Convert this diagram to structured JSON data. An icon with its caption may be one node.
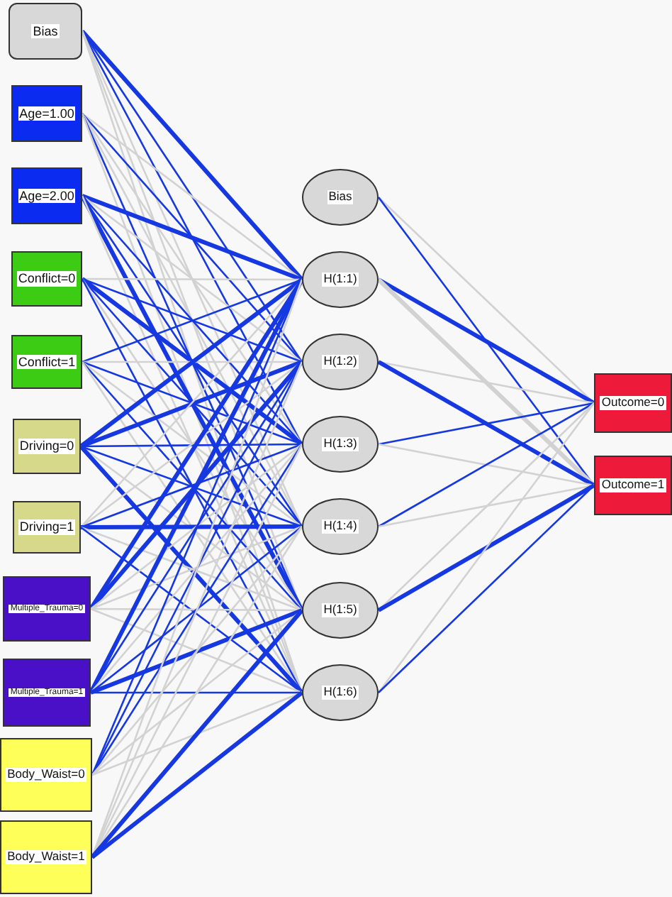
{
  "diagram": {
    "nodes": [
      {
        "text": [
          "Bias"
        ]
      },
      {
        "text": [
          "Age=1.00"
        ]
      },
      {
        "text": [
          "Age=2.00"
        ]
      },
      {
        "text": [
          "Conflict=0"
        ]
      },
      {
        "text": [
          "Conflict=1"
        ]
      },
      {
        "text": [
          "Driving=0"
        ]
      },
      {
        "text": [
          "Driving=1"
        ]
      },
      {
        "text": [
          "Multiple_Trauma=0"
        ]
      },
      {
        "text": [
          "Multiple_Trauma=1"
        ]
      },
      {
        "text": [
          "Body_Waist=0"
        ]
      },
      {
        "text": [
          "Body_Waist=1"
        ]
      },
      {
        "text": [
          "Bias"
        ]
      },
      {
        "text": [
          "H(1:1)"
        ]
      },
      {
        "text": [
          "H(1:2)"
        ]
      },
      {
        "text": [
          "H(1:3)"
        ]
      },
      {
        "text": [
          "H(1:4)"
        ]
      },
      {
        "text": [
          "H(1:5)"
        ]
      },
      {
        "text": [
          "H(1:6)"
        ]
      },
      {
        "text": [
          "Outcome=0"
        ]
      },
      {
        "text": [
          "Outcome=1"
        ]
      }
    ],
    "edges": [
      {
        "from": 0,
        "to": 12,
        "arrow": "none",
        "style": "thick"
      },
      {
        "from": 0,
        "to": 13,
        "arrow": "none"
      },
      {
        "from": 0,
        "to": 14,
        "arrow": "none"
      },
      {
        "from": 0,
        "to": 15,
        "arrow": "none",
        "color": "#d2d2d2"
      },
      {
        "from": 0,
        "to": 16,
        "arrow": "none",
        "color": "#d2d2d2"
      },
      {
        "from": 0,
        "to": 17,
        "arrow": "none",
        "color": "#d2d2d2"
      },
      {
        "from": 1,
        "to": 12,
        "arrow": "none",
        "color": "#d2d2d2"
      },
      {
        "from": 1,
        "to": 13,
        "arrow": "none"
      },
      {
        "from": 1,
        "to": 14,
        "arrow": "none",
        "color": "#d2d2d2"
      },
      {
        "from": 1,
        "to": 15,
        "arrow": "none",
        "color": "#d2d2d2"
      },
      {
        "from": 1,
        "to": 16,
        "arrow": "none"
      },
      {
        "from": 1,
        "to": 17,
        "arrow": "none",
        "color": "#d2d2d2"
      },
      {
        "from": 2,
        "to": 12,
        "arrow": "none",
        "style": "thick"
      },
      {
        "from": 2,
        "to": 13,
        "arrow": "none",
        "color": "#d2d2d2"
      },
      {
        "from": 2,
        "to": 14,
        "arrow": "none"
      },
      {
        "from": 2,
        "to": 15,
        "arrow": "none"
      },
      {
        "from": 2,
        "to": 16,
        "arrow": "none",
        "style": "thick"
      },
      {
        "from": 2,
        "to": 17,
        "arrow": "none",
        "color": "#d2d2d2"
      },
      {
        "from": 3,
        "to": 12,
        "arrow": "none",
        "color": "#d2d2d2"
      },
      {
        "from": 3,
        "to": 13,
        "arrow": "none"
      },
      {
        "from": 3,
        "to": 14,
        "arrow": "none",
        "style": "thick"
      },
      {
        "from": 3,
        "to": 15,
        "arrow": "none"
      },
      {
        "from": 3,
        "to": 16,
        "arrow": "none",
        "color": "#d2d2d2"
      },
      {
        "from": 3,
        "to": 17,
        "arrow": "none"
      },
      {
        "from": 4,
        "to": 12,
        "arrow": "none"
      },
      {
        "from": 4,
        "to": 13,
        "arrow": "none",
        "color": "#d2d2d2"
      },
      {
        "from": 4,
        "to": 14,
        "arrow": "none"
      },
      {
        "from": 4,
        "to": 15,
        "arrow": "none",
        "color": "#d2d2d2"
      },
      {
        "from": 4,
        "to": 16,
        "arrow": "none"
      },
      {
        "from": 4,
        "to": 17,
        "arrow": "none",
        "color": "#d2d2d2"
      },
      {
        "from": 5,
        "to": 12,
        "arrow": "none",
        "style": "thick"
      },
      {
        "from": 5,
        "to": 13,
        "arrow": "none",
        "style": "thick"
      },
      {
        "from": 5,
        "to": 14,
        "arrow": "none"
      },
      {
        "from": 5,
        "to": 15,
        "arrow": "none"
      },
      {
        "from": 5,
        "to": 16,
        "arrow": "none",
        "color": "#d2d2d2"
      },
      {
        "from": 5,
        "to": 17,
        "arrow": "none",
        "style": "thick"
      },
      {
        "from": 6,
        "to": 12,
        "arrow": "none",
        "color": "#d2d2d2"
      },
      {
        "from": 6,
        "to": 13,
        "arrow": "none",
        "color": "#d2d2d2"
      },
      {
        "from": 6,
        "to": 14,
        "arrow": "none"
      },
      {
        "from": 6,
        "to": 15,
        "arrow": "none",
        "style": "thick"
      },
      {
        "from": 6,
        "to": 16,
        "arrow": "none",
        "color": "#d2d2d2"
      },
      {
        "from": 6,
        "to": 17,
        "arrow": "none"
      },
      {
        "from": 7,
        "to": 12,
        "arrow": "none",
        "style": "thick"
      },
      {
        "from": 7,
        "to": 13,
        "arrow": "none",
        "style": "thick"
      },
      {
        "from": 7,
        "to": 14,
        "arrow": "none",
        "color": "#d2d2d2"
      },
      {
        "from": 7,
        "to": 15,
        "arrow": "none",
        "color": "#d2d2d2"
      },
      {
        "from": 7,
        "to": 16,
        "arrow": "none",
        "color": "#d2d2d2"
      },
      {
        "from": 7,
        "to": 17,
        "arrow": "none",
        "color": "#d2d2d2"
      },
      {
        "from": 8,
        "to": 12,
        "arrow": "none",
        "style": "thick"
      },
      {
        "from": 8,
        "to": 13,
        "arrow": "none"
      },
      {
        "from": 8,
        "to": 14,
        "arrow": "none",
        "color": "#d2d2d2"
      },
      {
        "from": 8,
        "to": 15,
        "arrow": "none"
      },
      {
        "from": 8,
        "to": 16,
        "arrow": "none",
        "style": "thick"
      },
      {
        "from": 8,
        "to": 17,
        "arrow": "none"
      },
      {
        "from": 9,
        "to": 12,
        "arrow": "none"
      },
      {
        "from": 9,
        "to": 13,
        "arrow": "none"
      },
      {
        "from": 9,
        "to": 14,
        "arrow": "none"
      },
      {
        "from": 9,
        "to": 15,
        "arrow": "none",
        "color": "#d2d2d2"
      },
      {
        "from": 9,
        "to": 16,
        "arrow": "none",
        "color": "#d2d2d2"
      },
      {
        "from": 9,
        "to": 17,
        "arrow": "none",
        "color": "#d2d2d2"
      },
      {
        "from": 10,
        "to": 12,
        "arrow": "none",
        "color": "#d2d2d2"
      },
      {
        "from": 10,
        "to": 13,
        "arrow": "none",
        "color": "#d2d2d2"
      },
      {
        "from": 10,
        "to": 14,
        "arrow": "none",
        "color": "#d2d2d2"
      },
      {
        "from": 10,
        "to": 15,
        "arrow": "none",
        "color": "#d2d2d2"
      },
      {
        "from": 10,
        "to": 16,
        "arrow": "none",
        "style": "thick"
      },
      {
        "from": 10,
        "to": 17,
        "arrow": "none",
        "style": "thick"
      },
      {
        "from": 11,
        "to": 18,
        "arrow": "none",
        "color": "#d2d2d2"
      },
      {
        "from": 11,
        "to": 19,
        "arrow": "none"
      },
      {
        "from": 12,
        "to": 18,
        "arrow": "none",
        "style": "thick"
      },
      {
        "from": 12,
        "to": 19,
        "arrow": "none",
        "style": "thick",
        "color": "#d2d2d2"
      },
      {
        "from": 13,
        "to": 18,
        "arrow": "none",
        "color": "#d2d2d2"
      },
      {
        "from": 13,
        "to": 19,
        "arrow": "none",
        "style": "thick"
      },
      {
        "from": 14,
        "to": 18,
        "arrow": "none"
      },
      {
        "from": 14,
        "to": 19,
        "arrow": "none",
        "color": "#d2d2d2"
      },
      {
        "from": 15,
        "to": 18,
        "arrow": "none"
      },
      {
        "from": 15,
        "to": 19,
        "arrow": "none",
        "color": "#d2d2d2"
      },
      {
        "from": 16,
        "to": 18,
        "arrow": "none",
        "color": "#d2d2d2"
      },
      {
        "from": 16,
        "to": 19,
        "arrow": "none",
        "style": "thick"
      },
      {
        "from": 17,
        "to": 18,
        "arrow": "none",
        "color": "#d2d2d2"
      },
      {
        "from": 17,
        "to": 19,
        "arrow": "none"
      }
    ]
  }
}
